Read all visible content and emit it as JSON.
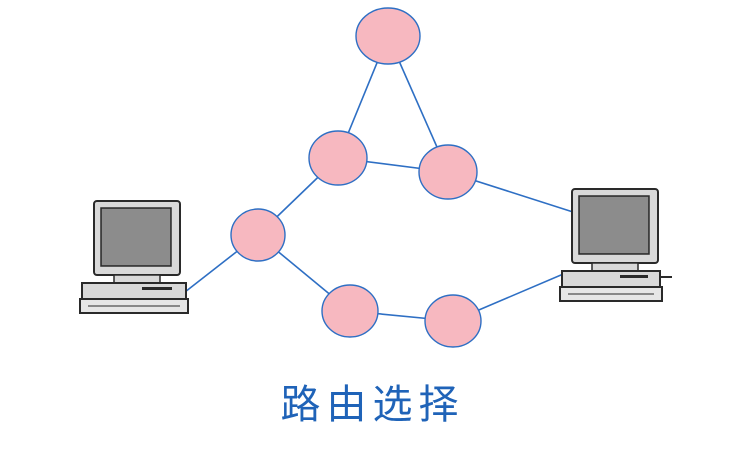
{
  "caption": "路由选择",
  "colors": {
    "link": "#2e6fc4",
    "router_fill": "#f7b8c0",
    "router_stroke": "#2e6fc4",
    "caption": "#1f63b8",
    "computer_body": "#d9d9d9",
    "computer_screen": "#7a7a7a",
    "computer_outline": "#2a2a2a"
  },
  "diagram": {
    "nodes": [
      {
        "id": "router-top",
        "kind": "router"
      },
      {
        "id": "router-mid-left",
        "kind": "router"
      },
      {
        "id": "router-mid-right",
        "kind": "router"
      },
      {
        "id": "router-left",
        "kind": "router"
      },
      {
        "id": "router-bottom-left",
        "kind": "router"
      },
      {
        "id": "router-bottom-right",
        "kind": "router"
      },
      {
        "id": "host-left",
        "kind": "computer"
      },
      {
        "id": "host-right",
        "kind": "computer"
      }
    ],
    "links": [
      [
        "router-top",
        "router-mid-left"
      ],
      [
        "router-top",
        "router-mid-right"
      ],
      [
        "router-mid-left",
        "router-mid-right"
      ],
      [
        "router-mid-left",
        "router-left"
      ],
      [
        "router-left",
        "router-bottom-left"
      ],
      [
        "router-bottom-left",
        "router-bottom-right"
      ],
      [
        "router-bottom-right",
        "host-right"
      ],
      [
        "router-mid-right",
        "host-right"
      ],
      [
        "host-left",
        "router-left"
      ]
    ]
  }
}
